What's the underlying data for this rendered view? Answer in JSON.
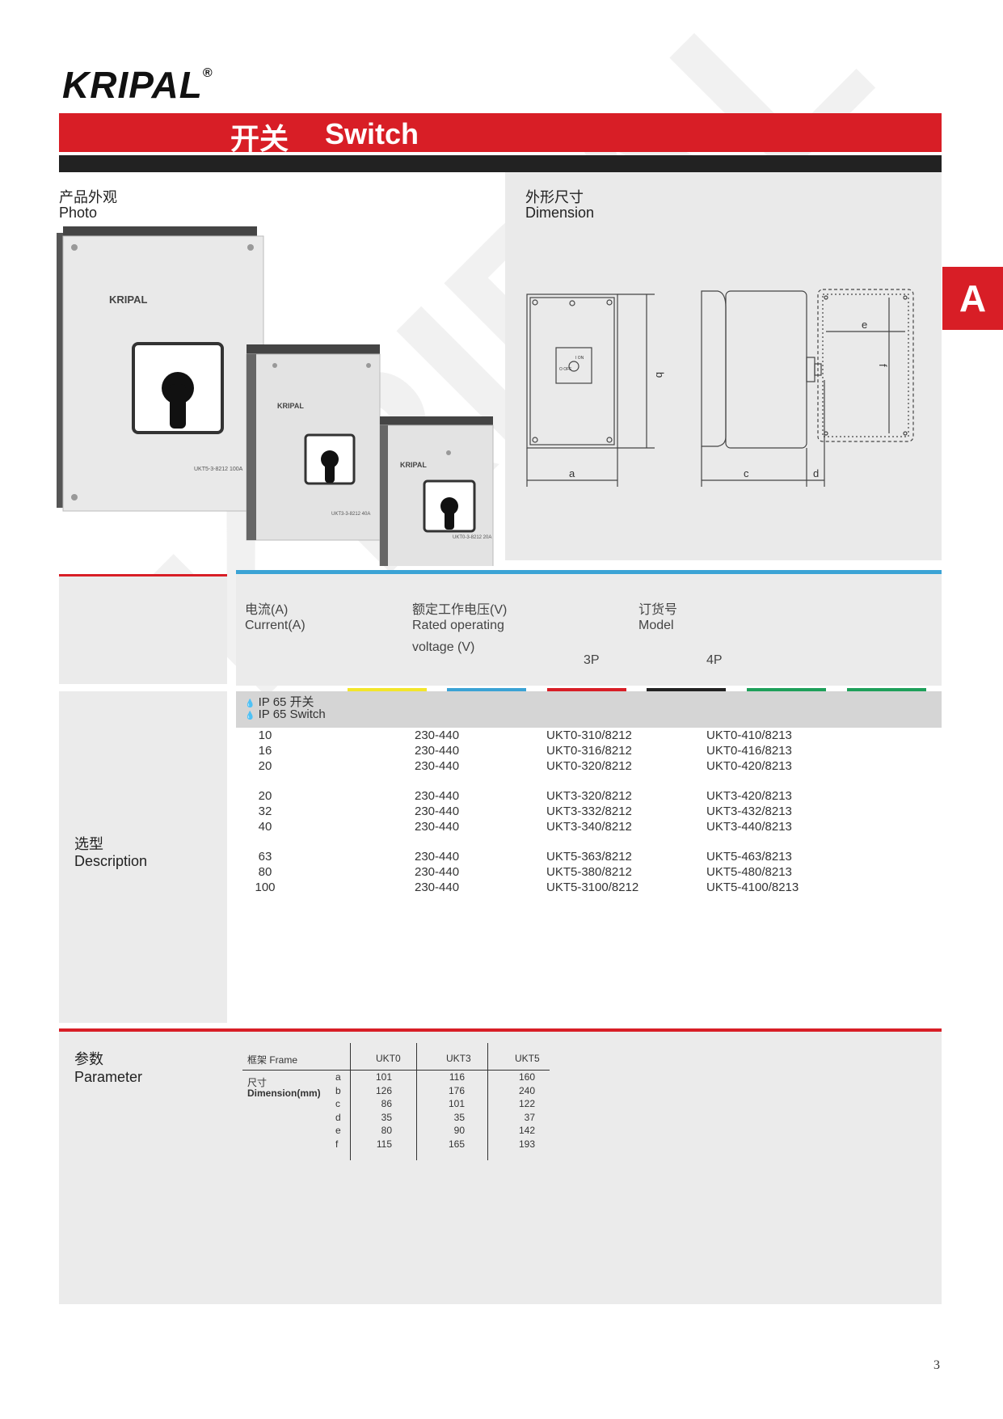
{
  "brand": {
    "name": "KRIPAL",
    "mark": "®"
  },
  "header": {
    "title_cn": "开关",
    "title_en": "Switch"
  },
  "photo": {
    "label_cn": "产品外观",
    "label_en": "Photo",
    "box1": {
      "brand": "KRIPAL",
      "model": "UKT5-3-8212 100A"
    },
    "box2": {
      "brand": "KRIPAL",
      "model": "UKT3-3-8212 40A"
    },
    "box3": {
      "brand": "KRIPAL",
      "model": "UKT0-3-8212 20A"
    }
  },
  "dimension": {
    "label_cn": "外形尺寸",
    "label_en": "Dimension",
    "labels": [
      "a",
      "b",
      "c",
      "d",
      "e",
      "f"
    ],
    "switch_marks": {
      "on": "I ON",
      "off": "O OFF"
    }
  },
  "side_tab": "A",
  "table_header": {
    "current_cn": "电流(A)",
    "current_en": "Current(A)",
    "voltage_cn": "额定工作电压(V)",
    "voltage_en1": "Rated operating",
    "voltage_en2": "voltage (V)",
    "model_cn": "订货号",
    "model_en": "Model",
    "col_3p": "3P",
    "col_4p": "4P"
  },
  "color_strips": [
    "#f2e52b",
    "#3ba3d5",
    "#d81e26",
    "#222222",
    "#1ea05a",
    "#1ea05a"
  ],
  "ip_section": {
    "line1": "IP 65 开关",
    "line2": "IP 65 Switch"
  },
  "description": {
    "label_cn": "选型",
    "label_en": "Description"
  },
  "rows": [
    {
      "current": "10",
      "voltage": "230-440",
      "m3p": "UKT0-310/8212",
      "m4p": "UKT0-410/8213"
    },
    {
      "current": "16",
      "voltage": "230-440",
      "m3p": "UKT0-316/8212",
      "m4p": "UKT0-416/8213"
    },
    {
      "current": "20",
      "voltage": "230-440",
      "m3p": "UKT0-320/8212",
      "m4p": "UKT0-420/8213"
    },
    {
      "current": "20",
      "voltage": "230-440",
      "m3p": "UKT3-320/8212",
      "m4p": "UKT3-420/8213"
    },
    {
      "current": "32",
      "voltage": "230-440",
      "m3p": "UKT3-332/8212",
      "m4p": "UKT3-432/8213"
    },
    {
      "current": "40",
      "voltage": "230-440",
      "m3p": "UKT3-340/8212",
      "m4p": "UKT3-440/8213"
    },
    {
      "current": "63",
      "voltage": "230-440",
      "m3p": "UKT5-363/8212",
      "m4p": "UKT5-463/8213"
    },
    {
      "current": "80",
      "voltage": "230-440",
      "m3p": "UKT5-380/8212",
      "m4p": "UKT5-480/8213"
    },
    {
      "current": "100",
      "voltage": "230-440",
      "m3p": "UKT5-3100/8212",
      "m4p": "UKT5-4100/8213"
    }
  ],
  "parameter": {
    "label_cn": "参数",
    "label_en": "Parameter",
    "frame_label": "框架 Frame",
    "frames": [
      "UKT0",
      "UKT3",
      "UKT5"
    ],
    "size_cn": "尺寸",
    "size_en": "Dimension(mm)",
    "dims": [
      {
        "key": "a",
        "v": [
          "101",
          "116",
          "160"
        ]
      },
      {
        "key": "b",
        "v": [
          "126",
          "176",
          "240"
        ]
      },
      {
        "key": "c",
        "v": [
          "86",
          "101",
          "122"
        ]
      },
      {
        "key": "d",
        "v": [
          "35",
          "35",
          "37"
        ]
      },
      {
        "key": "e",
        "v": [
          "80",
          "90",
          "142"
        ]
      },
      {
        "key": "f",
        "v": [
          "115",
          "165",
          "193"
        ]
      }
    ]
  },
  "watermark": "KRIPAL",
  "page_number": "3"
}
